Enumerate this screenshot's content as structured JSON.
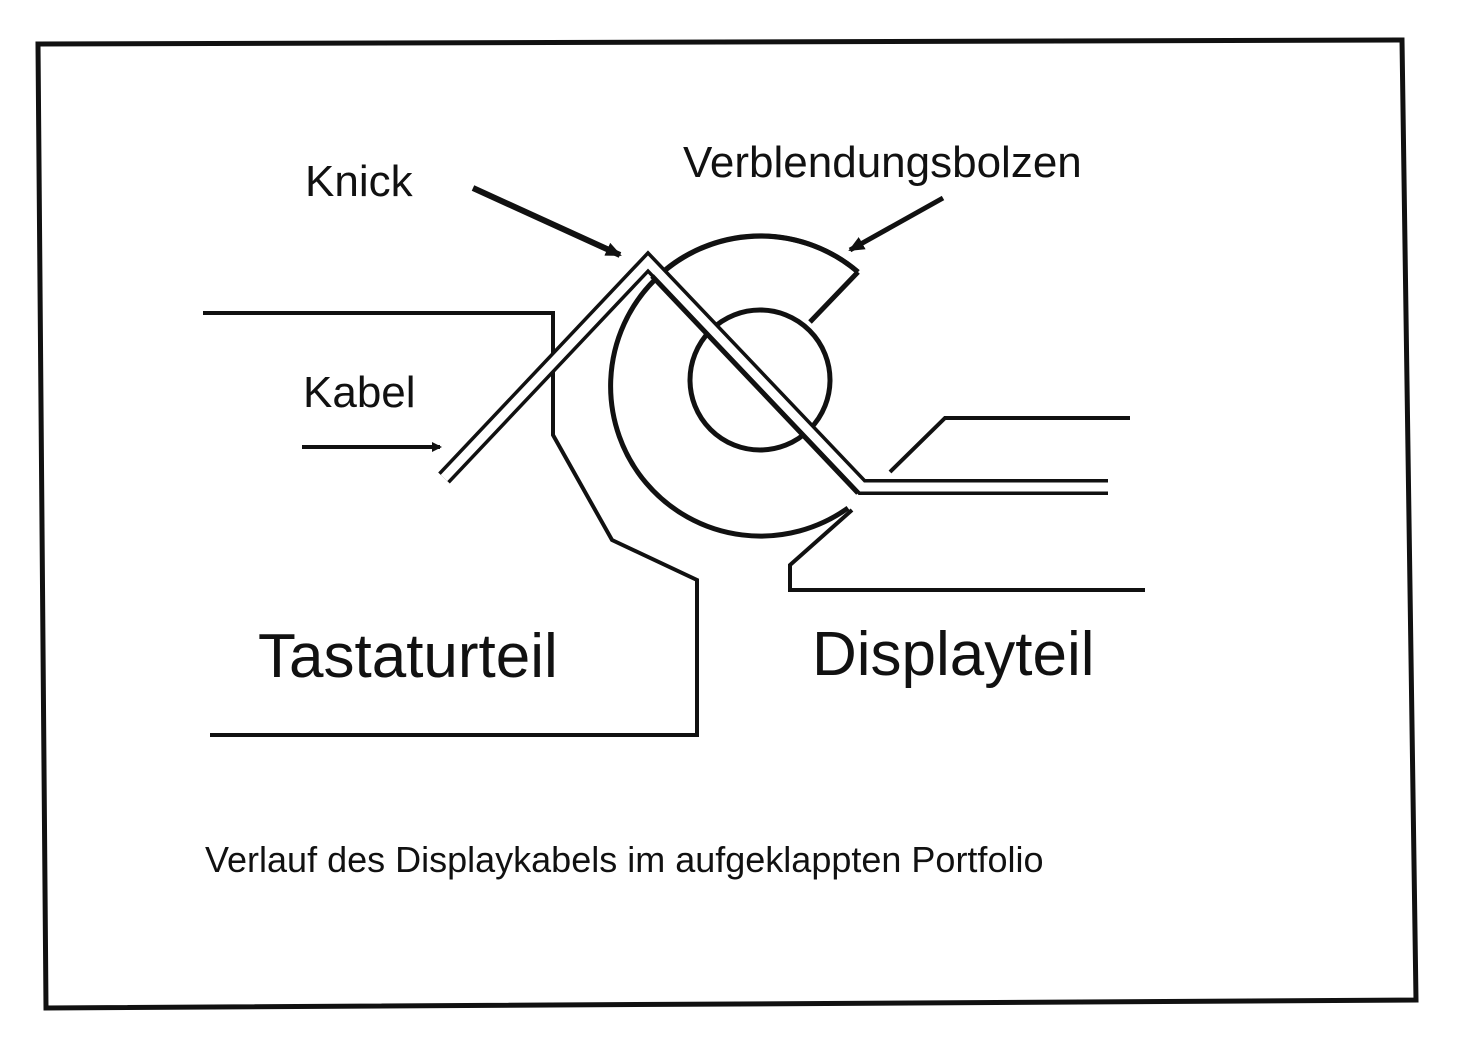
{
  "labels": {
    "knick": "Knick",
    "verblendungsbolzen": "Verblendungsbolzen",
    "kabel": "Kabel",
    "tastaturteil": "Tastaturteil",
    "displayteil": "Displayteil"
  },
  "caption": "Verlauf des Displaykabels im aufgeklappten Portfolio",
  "colors": {
    "ink": "#111111",
    "paper": "#ffffff"
  }
}
